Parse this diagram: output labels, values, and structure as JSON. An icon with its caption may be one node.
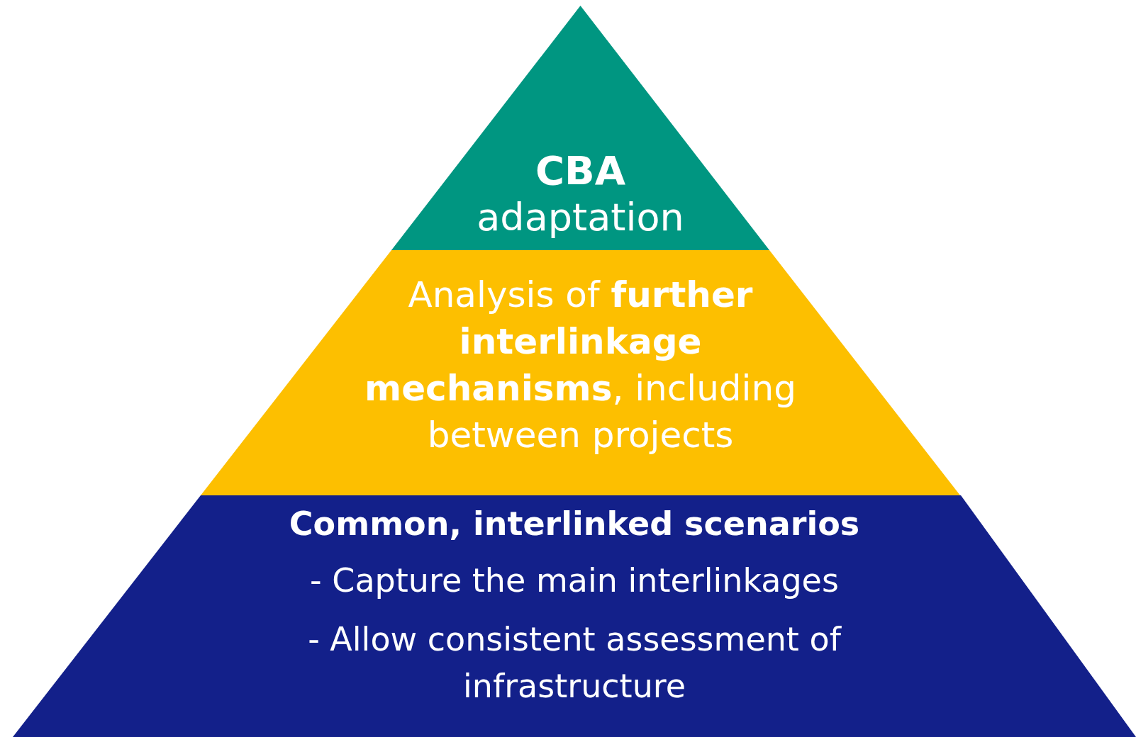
{
  "diagram": {
    "nodes": [
      {
        "text": [
          "CBA",
          "adaptation"
        ]
      },
      {
        "text": [
          "Analysis of **further interlinkage mechanisms**, including between projects"
        ]
      },
      {
        "text": [
          "Common, interlinked scenarios",
          "- Capture the main interlinkages",
          "- Allow consistent assessment of infrastructure"
        ]
      }
    ]
  }
}
